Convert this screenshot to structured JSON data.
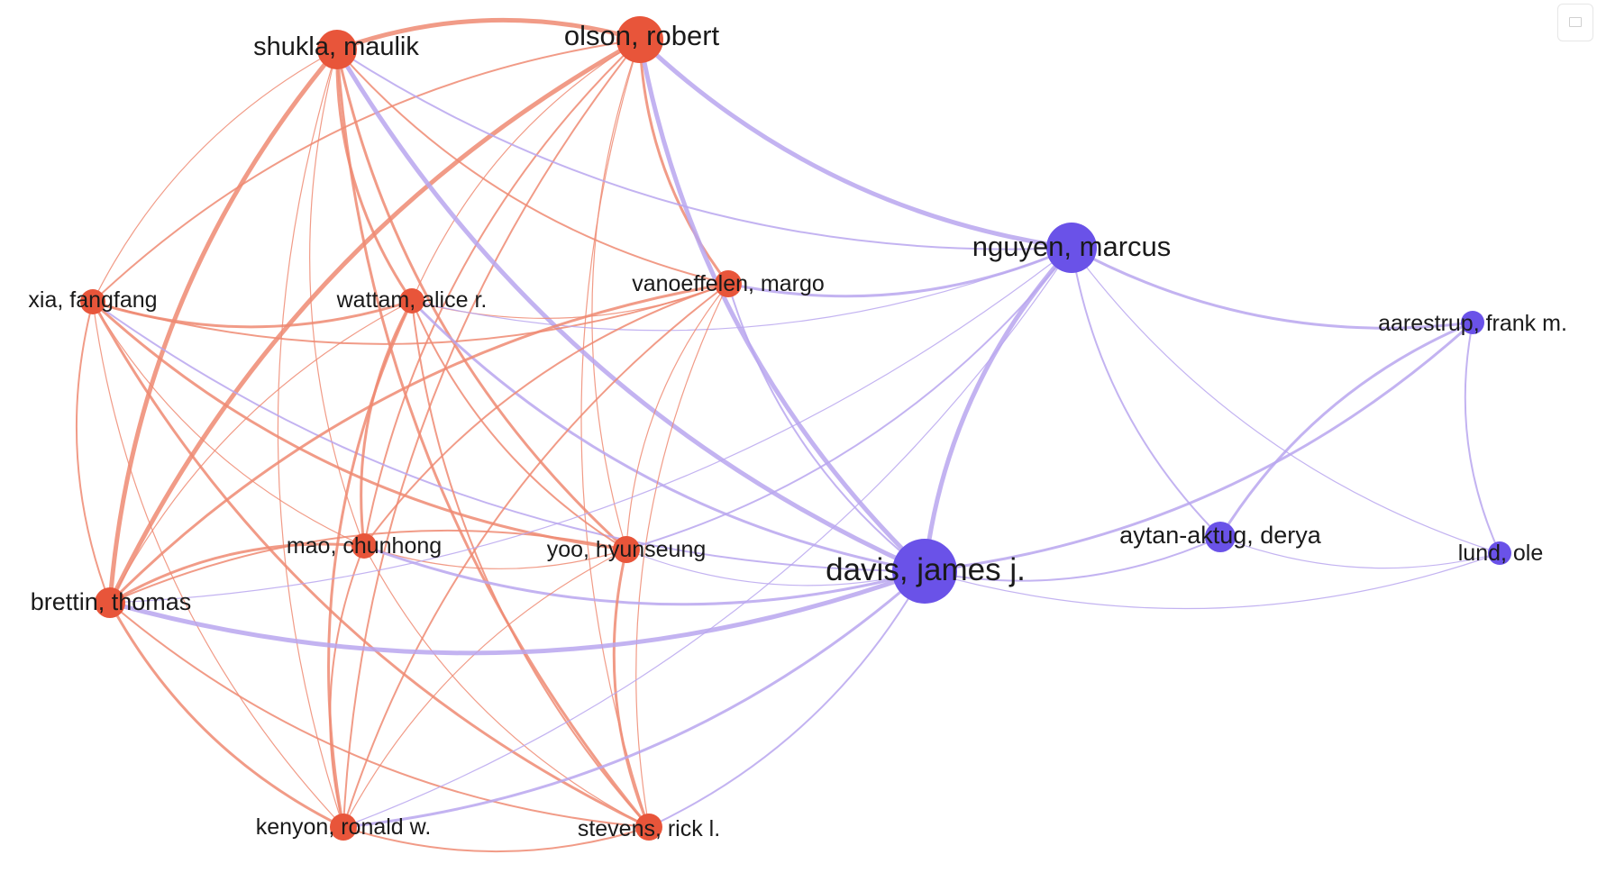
{
  "colors": {
    "cluster_red": "#e8553a",
    "cluster_purple": "#6a52e8",
    "edge_red": "#ee8a72",
    "edge_purple": "#b9a6ee"
  },
  "nodes": [
    {
      "id": "olson",
      "label": "olson, robert",
      "cluster": "red"
    },
    {
      "id": "shukla",
      "label": "shukla, maulik",
      "cluster": "red"
    },
    {
      "id": "xia",
      "label": "xia, fangfang",
      "cluster": "red"
    },
    {
      "id": "wattam",
      "label": "wattam, alice r.",
      "cluster": "red"
    },
    {
      "id": "vanoeffelen",
      "label": "vanoeffelen, margo",
      "cluster": "red"
    },
    {
      "id": "mao",
      "label": "mao, chunhong",
      "cluster": "red"
    },
    {
      "id": "yoo",
      "label": "yoo, hyunseung",
      "cluster": "red"
    },
    {
      "id": "brettin",
      "label": "brettin, thomas",
      "cluster": "red"
    },
    {
      "id": "kenyon",
      "label": "kenyon, ronald w.",
      "cluster": "red"
    },
    {
      "id": "stevens",
      "label": "stevens, rick l.",
      "cluster": "red"
    },
    {
      "id": "nguyen",
      "label": "nguyen, marcus",
      "cluster": "purple"
    },
    {
      "id": "davis",
      "label": "davis, james j.",
      "cluster": "purple"
    },
    {
      "id": "aarestrup",
      "label": "aarestrup, frank m.",
      "cluster": "purple"
    },
    {
      "id": "aytan",
      "label": "aytan-aktug, derya",
      "cluster": "purple"
    },
    {
      "id": "lund",
      "label": "lund, ole",
      "cluster": "purple"
    }
  ],
  "edges": [
    [
      "olson",
      "shukla"
    ],
    [
      "olson",
      "xia"
    ],
    [
      "olson",
      "wattam"
    ],
    [
      "olson",
      "vanoeffelen"
    ],
    [
      "olson",
      "mao"
    ],
    [
      "olson",
      "yoo"
    ],
    [
      "olson",
      "brettin"
    ],
    [
      "olson",
      "kenyon"
    ],
    [
      "olson",
      "stevens"
    ],
    [
      "olson",
      "nguyen"
    ],
    [
      "olson",
      "davis"
    ],
    [
      "shukla",
      "xia"
    ],
    [
      "shukla",
      "wattam"
    ],
    [
      "shukla",
      "vanoeffelen"
    ],
    [
      "shukla",
      "mao"
    ],
    [
      "shukla",
      "yoo"
    ],
    [
      "shukla",
      "brettin"
    ],
    [
      "shukla",
      "kenyon"
    ],
    [
      "shukla",
      "stevens"
    ],
    [
      "shukla",
      "nguyen"
    ],
    [
      "shukla",
      "davis"
    ],
    [
      "xia",
      "wattam"
    ],
    [
      "xia",
      "vanoeffelen"
    ],
    [
      "xia",
      "mao"
    ],
    [
      "xia",
      "yoo"
    ],
    [
      "xia",
      "brettin"
    ],
    [
      "xia",
      "kenyon"
    ],
    [
      "xia",
      "stevens"
    ],
    [
      "xia",
      "davis"
    ],
    [
      "wattam",
      "vanoeffelen"
    ],
    [
      "wattam",
      "mao"
    ],
    [
      "wattam",
      "yoo"
    ],
    [
      "wattam",
      "brettin"
    ],
    [
      "wattam",
      "kenyon"
    ],
    [
      "wattam",
      "stevens"
    ],
    [
      "wattam",
      "nguyen"
    ],
    [
      "wattam",
      "davis"
    ],
    [
      "vanoeffelen",
      "mao"
    ],
    [
      "vanoeffelen",
      "yoo"
    ],
    [
      "vanoeffelen",
      "brettin"
    ],
    [
      "vanoeffelen",
      "kenyon"
    ],
    [
      "vanoeffelen",
      "stevens"
    ],
    [
      "vanoeffelen",
      "nguyen"
    ],
    [
      "vanoeffelen",
      "davis"
    ],
    [
      "mao",
      "yoo"
    ],
    [
      "mao",
      "brettin"
    ],
    [
      "mao",
      "kenyon"
    ],
    [
      "mao",
      "stevens"
    ],
    [
      "mao",
      "davis"
    ],
    [
      "yoo",
      "brettin"
    ],
    [
      "yoo",
      "kenyon"
    ],
    [
      "yoo",
      "stevens"
    ],
    [
      "yoo",
      "nguyen"
    ],
    [
      "yoo",
      "davis"
    ],
    [
      "brettin",
      "kenyon"
    ],
    [
      "brettin",
      "stevens"
    ],
    [
      "brettin",
      "nguyen"
    ],
    [
      "brettin",
      "davis"
    ],
    [
      "kenyon",
      "stevens"
    ],
    [
      "kenyon",
      "nguyen"
    ],
    [
      "kenyon",
      "davis"
    ],
    [
      "stevens",
      "davis"
    ],
    [
      "nguyen",
      "davis"
    ],
    [
      "nguyen",
      "aarestrup"
    ],
    [
      "nguyen",
      "aytan"
    ],
    [
      "nguyen",
      "lund"
    ],
    [
      "davis",
      "aarestrup"
    ],
    [
      "davis",
      "aytan"
    ],
    [
      "davis",
      "lund"
    ],
    [
      "aarestrup",
      "aytan"
    ],
    [
      "aarestrup",
      "lund"
    ],
    [
      "aytan",
      "lund"
    ]
  ]
}
